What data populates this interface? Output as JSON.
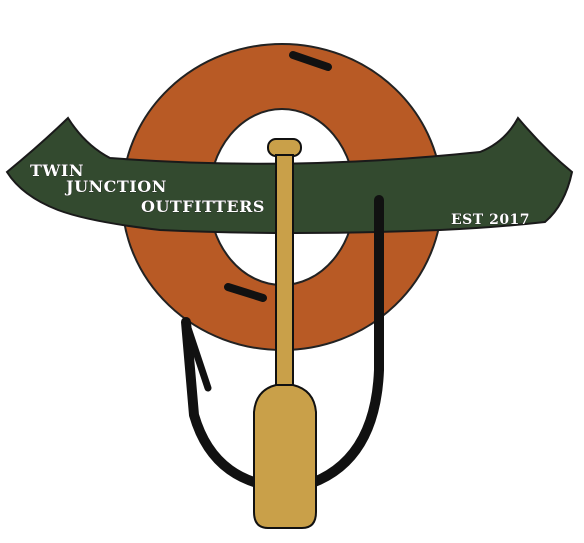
{
  "logo": {
    "line1": "TWIN",
    "line2": "JUNCTION",
    "line3": "OUTFITTERS",
    "established": "EST 2017"
  },
  "colors": {
    "lifebuoy": "#b85a25",
    "canoe": "#334a2f",
    "paddle": "#c9a049",
    "hook": "#111111",
    "text": "#ffffff"
  },
  "icons": [
    "lifebuoy-icon",
    "canoe-icon",
    "paddle-icon",
    "fish-hook-icon"
  ]
}
